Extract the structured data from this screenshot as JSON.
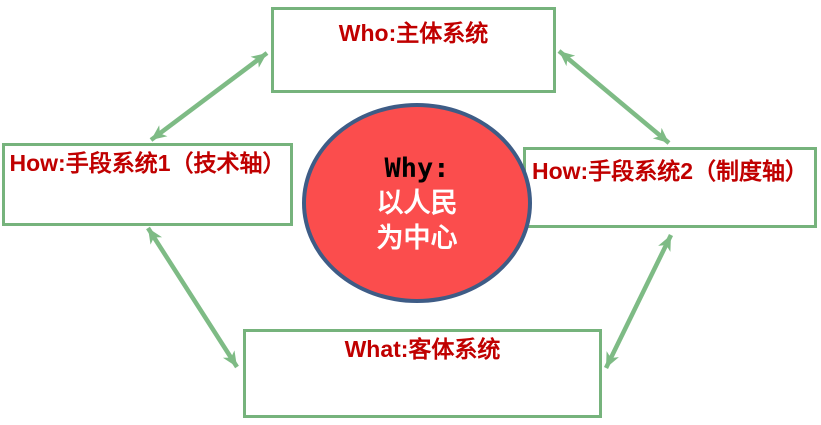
{
  "diagram": {
    "background_color": "#ffffff",
    "colors": {
      "box_border_green": "#76b37c",
      "arrow_green": "#7ebb85",
      "label_dark_red": "#c00000",
      "center_ellipse_fill": "#fb4d4d",
      "center_ellipse_border": "#3e5c86",
      "why_title_color": "#000000",
      "center_text_color": "#ffffff"
    },
    "nodes": {
      "who": {
        "label": "Who:主体系统"
      },
      "how1": {
        "label": "How:手段系统1（技术轴）"
      },
      "how2": {
        "label": "How:手段系统2（制度轴）"
      },
      "what": {
        "label": "What:客体系统"
      },
      "why": {
        "title": "Why:",
        "line1": "以人民",
        "line2": "为中心"
      }
    },
    "connections": [
      {
        "from": "who",
        "to": "how1",
        "bidirectional": true
      },
      {
        "from": "who",
        "to": "how2",
        "bidirectional": true
      },
      {
        "from": "how1",
        "to": "what",
        "bidirectional": true
      },
      {
        "from": "how2",
        "to": "what",
        "bidirectional": true
      }
    ]
  }
}
